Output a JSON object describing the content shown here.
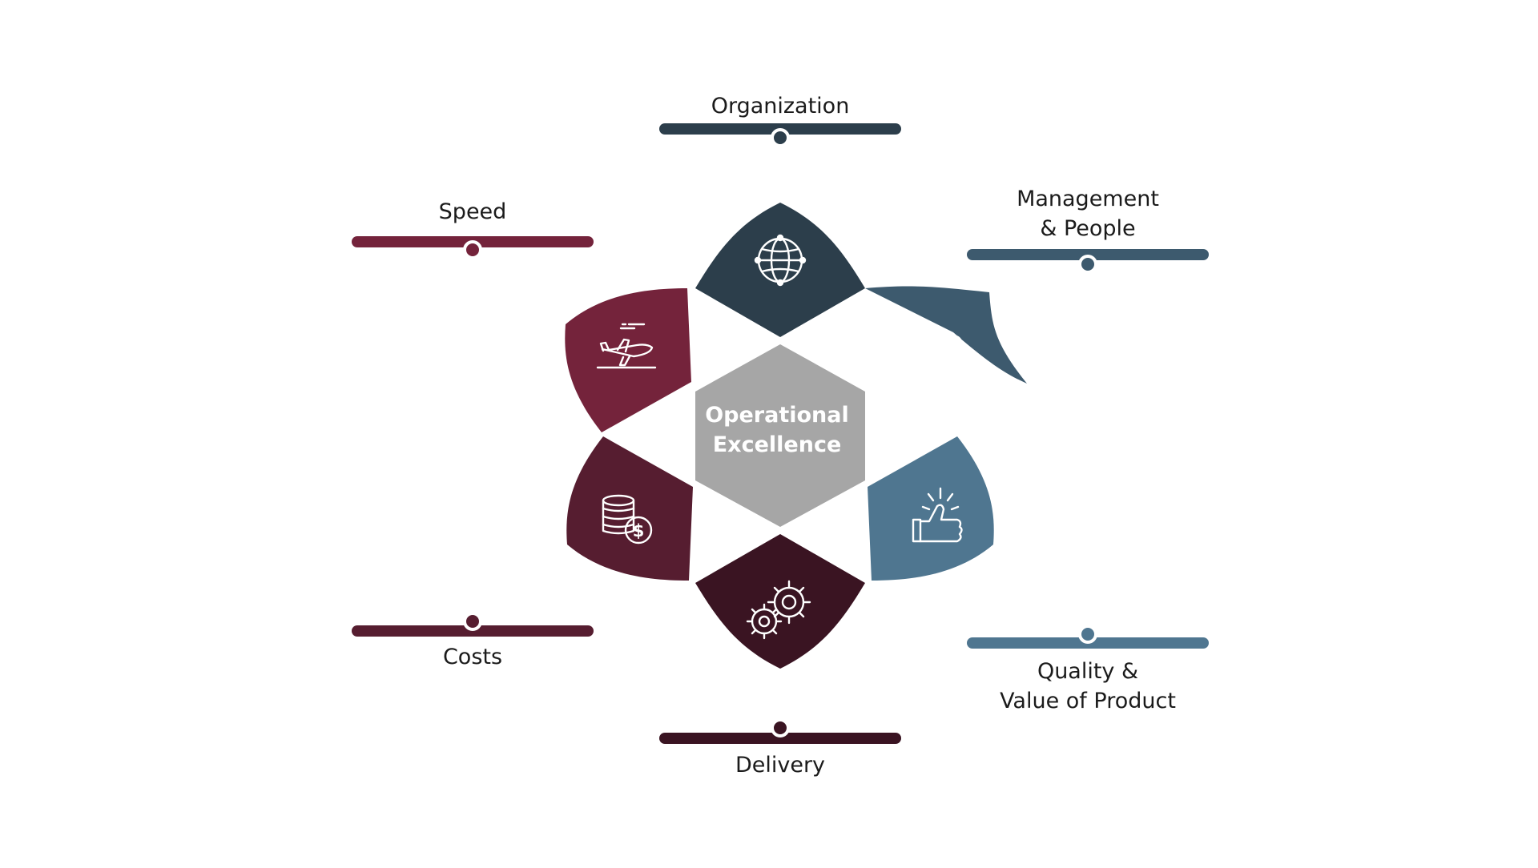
{
  "center": {
    "title_line1": "Operational",
    "title_line2": "Excellence",
    "color": "#a6a6a6"
  },
  "pillars": [
    {
      "id": "organization",
      "lines": [
        "Organization"
      ],
      "color": "#2c3e4b",
      "icon": "globe-icon"
    },
    {
      "id": "management",
      "lines": [
        "Management",
        "& People"
      ],
      "color": "#3d5a6e",
      "icon": "team-icon"
    },
    {
      "id": "quality",
      "lines": [
        "Quality &",
        "Value of Product"
      ],
      "color": "#4f7690",
      "icon": "thumbs-up-icon"
    },
    {
      "id": "delivery",
      "lines": [
        "Delivery"
      ],
      "color": "#3a1422",
      "icon": "gears-icon"
    },
    {
      "id": "costs",
      "lines": [
        "Costs"
      ],
      "color": "#561d30",
      "icon": "coins-dollar-icon"
    },
    {
      "id": "speed",
      "lines": [
        "Speed"
      ],
      "color": "#74233b",
      "icon": "airplane-takeoff-icon"
    }
  ]
}
